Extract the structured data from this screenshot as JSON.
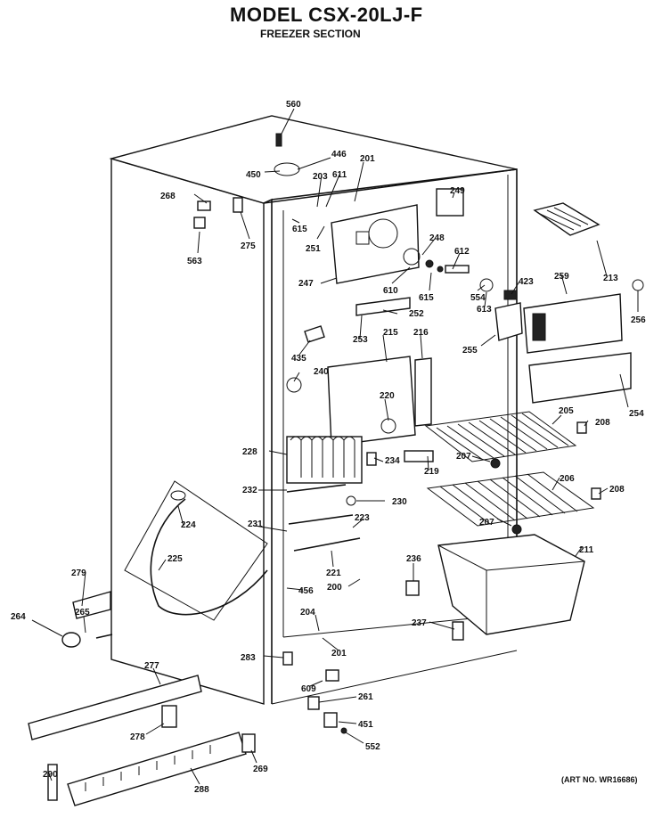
{
  "header": {
    "title": "MODEL CSX-20LJ-F",
    "subtitle": "FREEZER SECTION"
  },
  "footer": {
    "art_no": "(ART NO. WR16686)"
  },
  "part_labels": [
    "560",
    "446",
    "450",
    "201",
    "203",
    "611",
    "268",
    "615",
    "251",
    "275",
    "563",
    "249",
    "248",
    "612",
    "247",
    "610",
    "615",
    "554",
    "613",
    "423",
    "259",
    "213",
    "256",
    "252",
    "253",
    "215",
    "216",
    "255",
    "435",
    "240",
    "220",
    "205",
    "208",
    "254",
    "228",
    "234",
    "219",
    "207",
    "232",
    "230",
    "206",
    "208",
    "224",
    "231",
    "223",
    "207",
    "221",
    "225",
    "279",
    "236",
    "211",
    "456",
    "200",
    "264",
    "265",
    "204",
    "201",
    "237",
    "283",
    "277",
    "609",
    "261",
    "278",
    "451",
    "552",
    "290",
    "288",
    "269"
  ]
}
